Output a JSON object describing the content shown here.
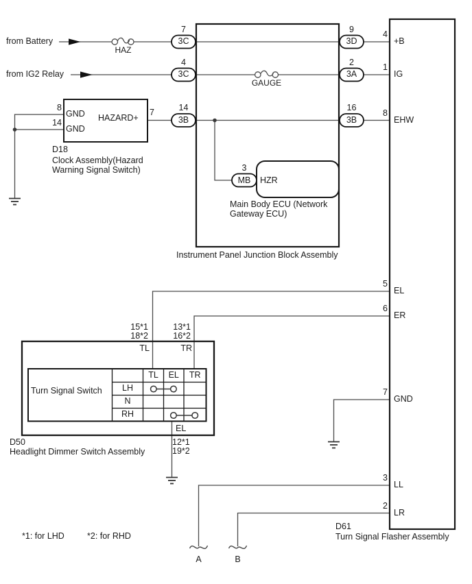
{
  "colors": {
    "wire": "#4a4a4a",
    "box": "#161616",
    "text": "#1a1a1a",
    "background": "#ffffff"
  },
  "sources": {
    "battery": "from Battery",
    "ig2": "from IG2 Relay"
  },
  "fuses": {
    "haz": "HAZ",
    "gauge": "GAUGE"
  },
  "junction_block": {
    "label": "Instrument Panel Junction Block Assembly",
    "left_connectors": [
      {
        "pin": "7",
        "code": "3C"
      },
      {
        "pin": "4",
        "code": "3C"
      },
      {
        "pin": "14",
        "code": "3B"
      }
    ],
    "right_connectors": [
      {
        "pin": "9",
        "code": "3D"
      },
      {
        "pin": "2",
        "code": "3A"
      },
      {
        "pin": "16",
        "code": "3B"
      }
    ]
  },
  "ecu": {
    "pin": "3",
    "code": "MB",
    "signal": "HZR",
    "name1": "Main Body ECU (Network",
    "name2": "Gateway ECU)"
  },
  "clock": {
    "id": "D18",
    "name1": "Clock Assembly(Hazard",
    "name2": "Warning Signal Switch)",
    "pin_gnd1": "8",
    "pin_gnd2": "14",
    "pin_out": "7",
    "gnd1": "GND",
    "gnd2": "GND",
    "output": "HAZARD+"
  },
  "flasher": {
    "id": "D61",
    "name": "Turn Signal Flasher Assembly",
    "pins": [
      {
        "num": "4",
        "label": "+B"
      },
      {
        "num": "1",
        "label": "IG"
      },
      {
        "num": "8",
        "label": "EHW"
      },
      {
        "num": "5",
        "label": "EL"
      },
      {
        "num": "6",
        "label": "ER"
      },
      {
        "num": "7",
        "label": "GND"
      },
      {
        "num": "3",
        "label": "LL"
      },
      {
        "num": "2",
        "label": "LR"
      }
    ]
  },
  "dimmer": {
    "id": "D50",
    "name": "Headlight Dimmer Switch Assembly",
    "tl_ref1": "15*1",
    "tl_ref2": "18*2",
    "tl_label": "TL",
    "tr_ref1": "13*1",
    "tr_ref2": "16*2",
    "tr_label": "TR",
    "el_label": "EL",
    "el_ref1": "12*1",
    "el_ref2": "19*2",
    "table": {
      "title": "Turn Signal Switch",
      "col_headers": [
        "TL",
        "EL",
        "TR"
      ],
      "row_labels": [
        "LH",
        "N",
        "RH"
      ]
    }
  },
  "notes": {
    "lhd": "*1: for LHD",
    "rhd": "*2: for RHD"
  },
  "bottom_connectors": {
    "a": "A",
    "b": "B"
  }
}
